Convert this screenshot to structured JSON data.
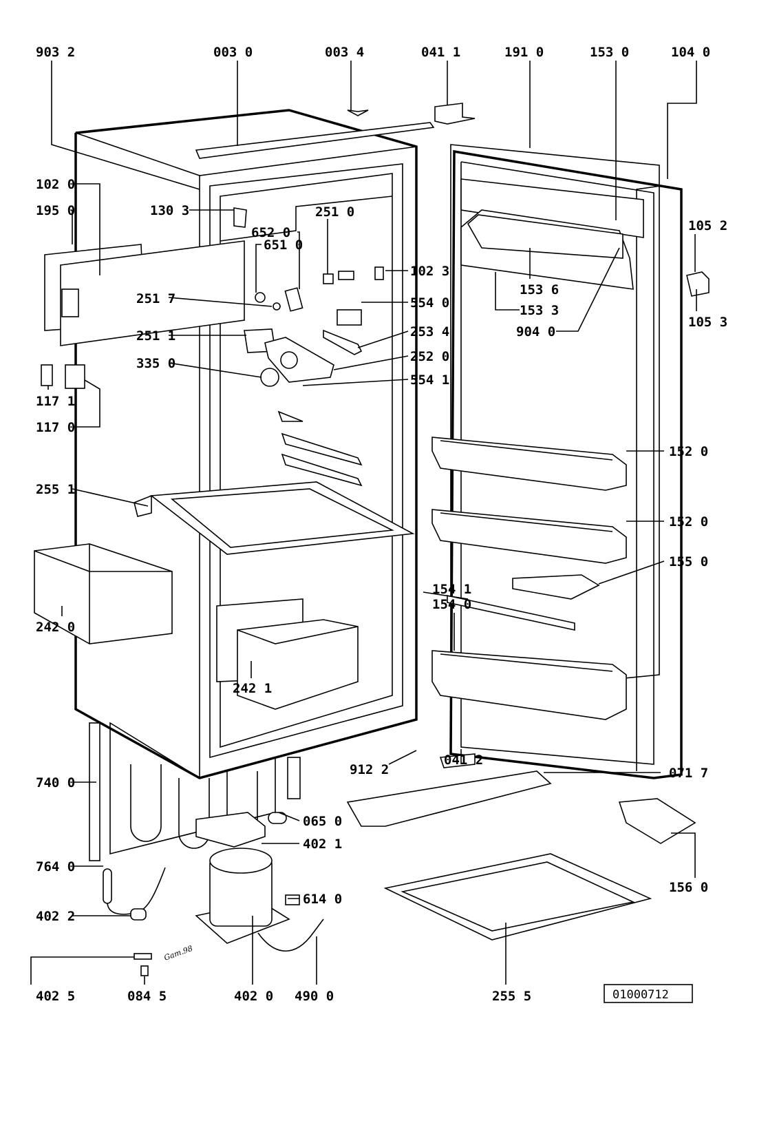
{
  "diagram": {
    "drawing_number": "01000712",
    "signature": "Gam.98",
    "labels": {
      "l9032": "903 2",
      "l0030": "003 0",
      "l0034": "003 4",
      "l0411": "041 1",
      "l1910": "191 0",
      "l1530": "153 0",
      "l1040": "104 0",
      "l1020": "102 0",
      "l1950": "195 0",
      "l1303": "130 3",
      "l2510": "251 0",
      "l6520": "652 0",
      "l6510": "651 0",
      "l2517": "251 7",
      "l2511": "251 1",
      "l3350": "335 0",
      "l1171": "117 1",
      "l1170": "117 0",
      "l2551": "255 1",
      "l2420": "242 0",
      "l2421": "242 1",
      "l7400": "740 0",
      "l7640": "764 0",
      "l4022": "402 2",
      "l4025": "402 5",
      "l0845": "084 5",
      "l4020": "402 0",
      "l4900": "490 0",
      "l1023": "102 3",
      "l5540": "554 0",
      "l2534": "253 4",
      "l2520": "252 0",
      "l5541": "554 1",
      "l1536": "153 6",
      "l1533": "153 3",
      "l9040": "904 0",
      "l1052": "105 2",
      "l1053": "105 3",
      "l1520a": "152 0",
      "l1520b": "152 0",
      "l1550": "155 0",
      "l1541": "154 1",
      "l1540": "154 0",
      "l9122": "912 2",
      "l0412": "041 2",
      "l0717": "071 7",
      "l0650": "065 0",
      "l4021": "402 1",
      "l6140": "614 0",
      "l1560": "156 0",
      "l2555": "255 5"
    }
  }
}
